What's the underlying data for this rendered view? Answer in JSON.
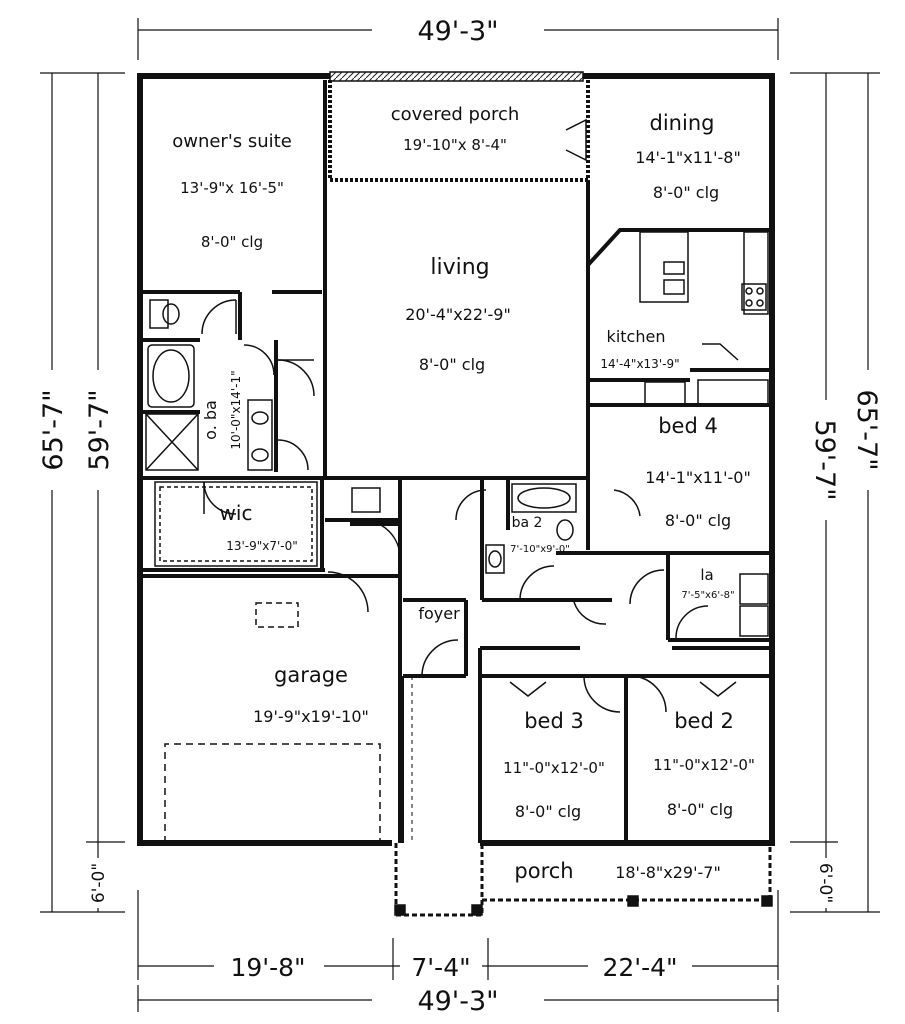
{
  "dimensions": {
    "top_total": "49'-3\"",
    "bottom_total": "49'-3\"",
    "bottom_left": "19'-8\"",
    "bottom_mid": "7'-4\"",
    "bottom_right": "22'-4\"",
    "left_outer": "65'-7\"",
    "left_inner": "59'-7\"",
    "left_porch": "6'-0\"",
    "right_outer": "65'-7\"",
    "right_inner": "59'-7\"",
    "right_porch": "6'-0\""
  },
  "rooms": {
    "owners_suite": {
      "name": "owner's suite",
      "size": "13'-9\"x 16'-5\"",
      "clg": "8'-0\" clg"
    },
    "covered_porch": {
      "name": "covered porch",
      "size": "19'-10\"x 8'-4\""
    },
    "dining": {
      "name": "dining",
      "size": "14'-1\"x11'-8\"",
      "clg": "8'-0\" clg"
    },
    "living": {
      "name": "living",
      "size": "20'-4\"x22'-9\"",
      "clg": "8'-0\" clg"
    },
    "kitchen": {
      "name": "kitchen",
      "size": "14'-4\"x13'-9\""
    },
    "o_ba": {
      "name": "o. ba",
      "size": "10'-0\"x14'-1\""
    },
    "bed4": {
      "name": "bed 4",
      "size": "14'-1\"x11'-0\"",
      "clg": "8'-0\" clg"
    },
    "wic": {
      "name": "wic",
      "size": "13'-9\"x7'-0\""
    },
    "ba2": {
      "name": "ba 2",
      "size": "7'-10\"x9'-0\""
    },
    "la": {
      "name": "la",
      "size": "7'-5\"x6'-8\""
    },
    "foyer": {
      "name": "foyer"
    },
    "garage": {
      "name": "garage",
      "size": "19'-9\"x19'-10\""
    },
    "bed3": {
      "name": "bed 3",
      "size": "11\"-0\"x12'-0\"",
      "clg": "8'-0\" clg"
    },
    "bed2": {
      "name": "bed 2",
      "size": "11\"-0\"x12'-0\"",
      "clg": "8'-0\" clg"
    },
    "porch": {
      "name": "porch",
      "size": "18'-8\"x29'-7\""
    }
  }
}
